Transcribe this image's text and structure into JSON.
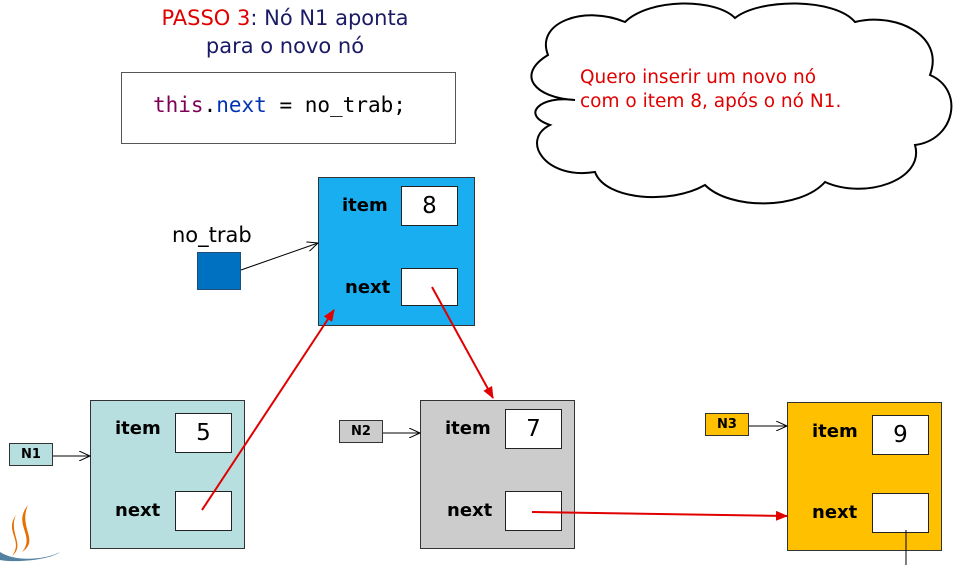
{
  "title": {
    "step": "PASSO 3",
    "rest_line1": ":  Nó N1 aponta",
    "line2": "para o novo nó"
  },
  "code": {
    "kw": "this",
    "dot": ".",
    "field": "next",
    "rest": " = no_trab;"
  },
  "cloud": {
    "line1": "Quero inserir um novo nó",
    "line2": "com o item 8, após o nó N1."
  },
  "variable": {
    "label": "no_trab"
  },
  "nodes": {
    "new": {
      "item_label": "item",
      "item_value": "8",
      "next_label": "next"
    },
    "n1": {
      "tag": "N1",
      "item_label": "item",
      "item_value": "5",
      "next_label": "next"
    },
    "n2": {
      "tag": "N2",
      "item_label": "item",
      "item_value": "7",
      "next_label": "next"
    },
    "n3": {
      "tag": "N3",
      "item_label": "item",
      "item_value": "9",
      "next_label": "next"
    }
  },
  "colors": {
    "title_step": "#e00000",
    "title_text": "#1a1a66",
    "new_node": "#19aeef",
    "n1_node": "#b7dfe0",
    "n2_node": "#cccccc",
    "n3_node": "#ffc000",
    "no_trab_square": "#0070c0",
    "link_arrow": "#e00000"
  }
}
